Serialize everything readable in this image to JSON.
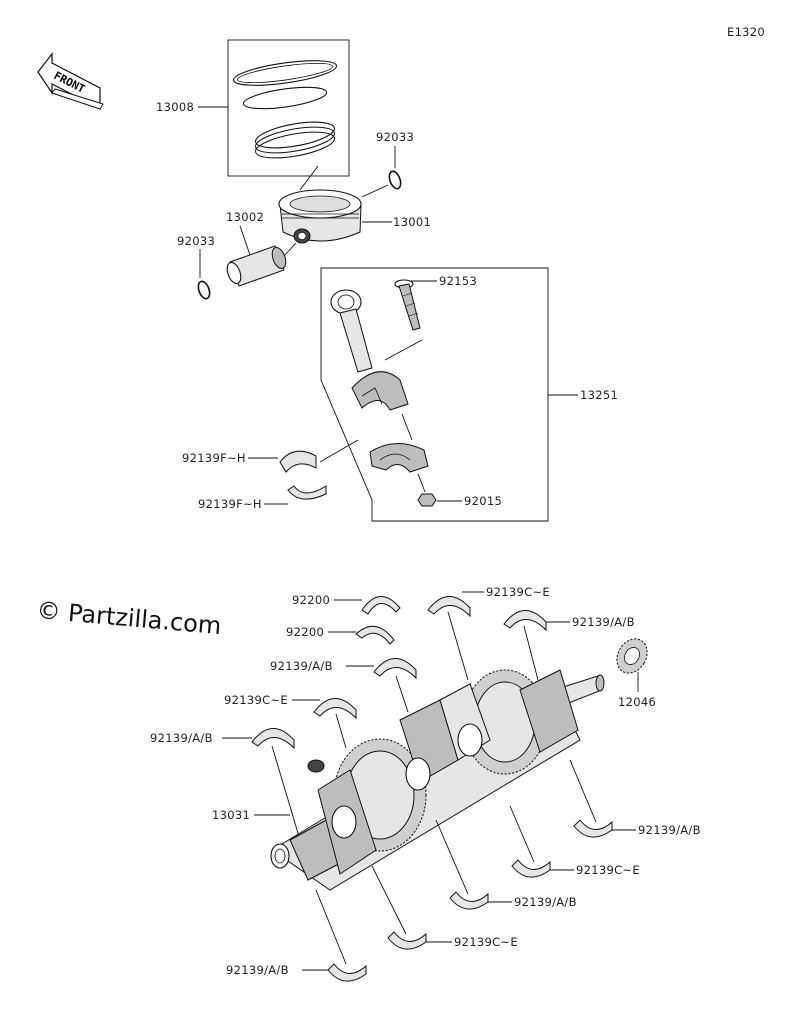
{
  "diagram_code": "E1320",
  "watermark": "© Partzilla.com",
  "front_label": "FRONT",
  "callouts": {
    "piston_ring_set": "13008",
    "piston": "13001",
    "piston_pin": "13002",
    "circlip_right": "92033",
    "circlip_left": "92033",
    "conrod_bolt": "92153",
    "conrod_assembly": "13251",
    "conrod_bearing_upper": "92139F~H",
    "conrod_bearing_lower": "92139F~H",
    "conrod_nut": "92015",
    "thrust_washer_1": "92200",
    "thrust_washer_2": "92200",
    "main_bearing_top_1": "92139C~E",
    "main_bearing_top_2": "92139/A/B",
    "main_bearing_top_3": "92139/A/B",
    "main_bearing_top_4": "92139C~E",
    "main_bearing_top_5": "92139/A/B",
    "needle_bearing": "12046",
    "crankshaft": "13031",
    "main_bearing_bottom_1": "92139/A/B",
    "main_bearing_bottom_2": "92139C~E",
    "main_bearing_bottom_3": "92139/A/B",
    "main_bearing_bottom_4": "92139C~E",
    "main_bearing_bottom_5": "92139/A/B"
  }
}
